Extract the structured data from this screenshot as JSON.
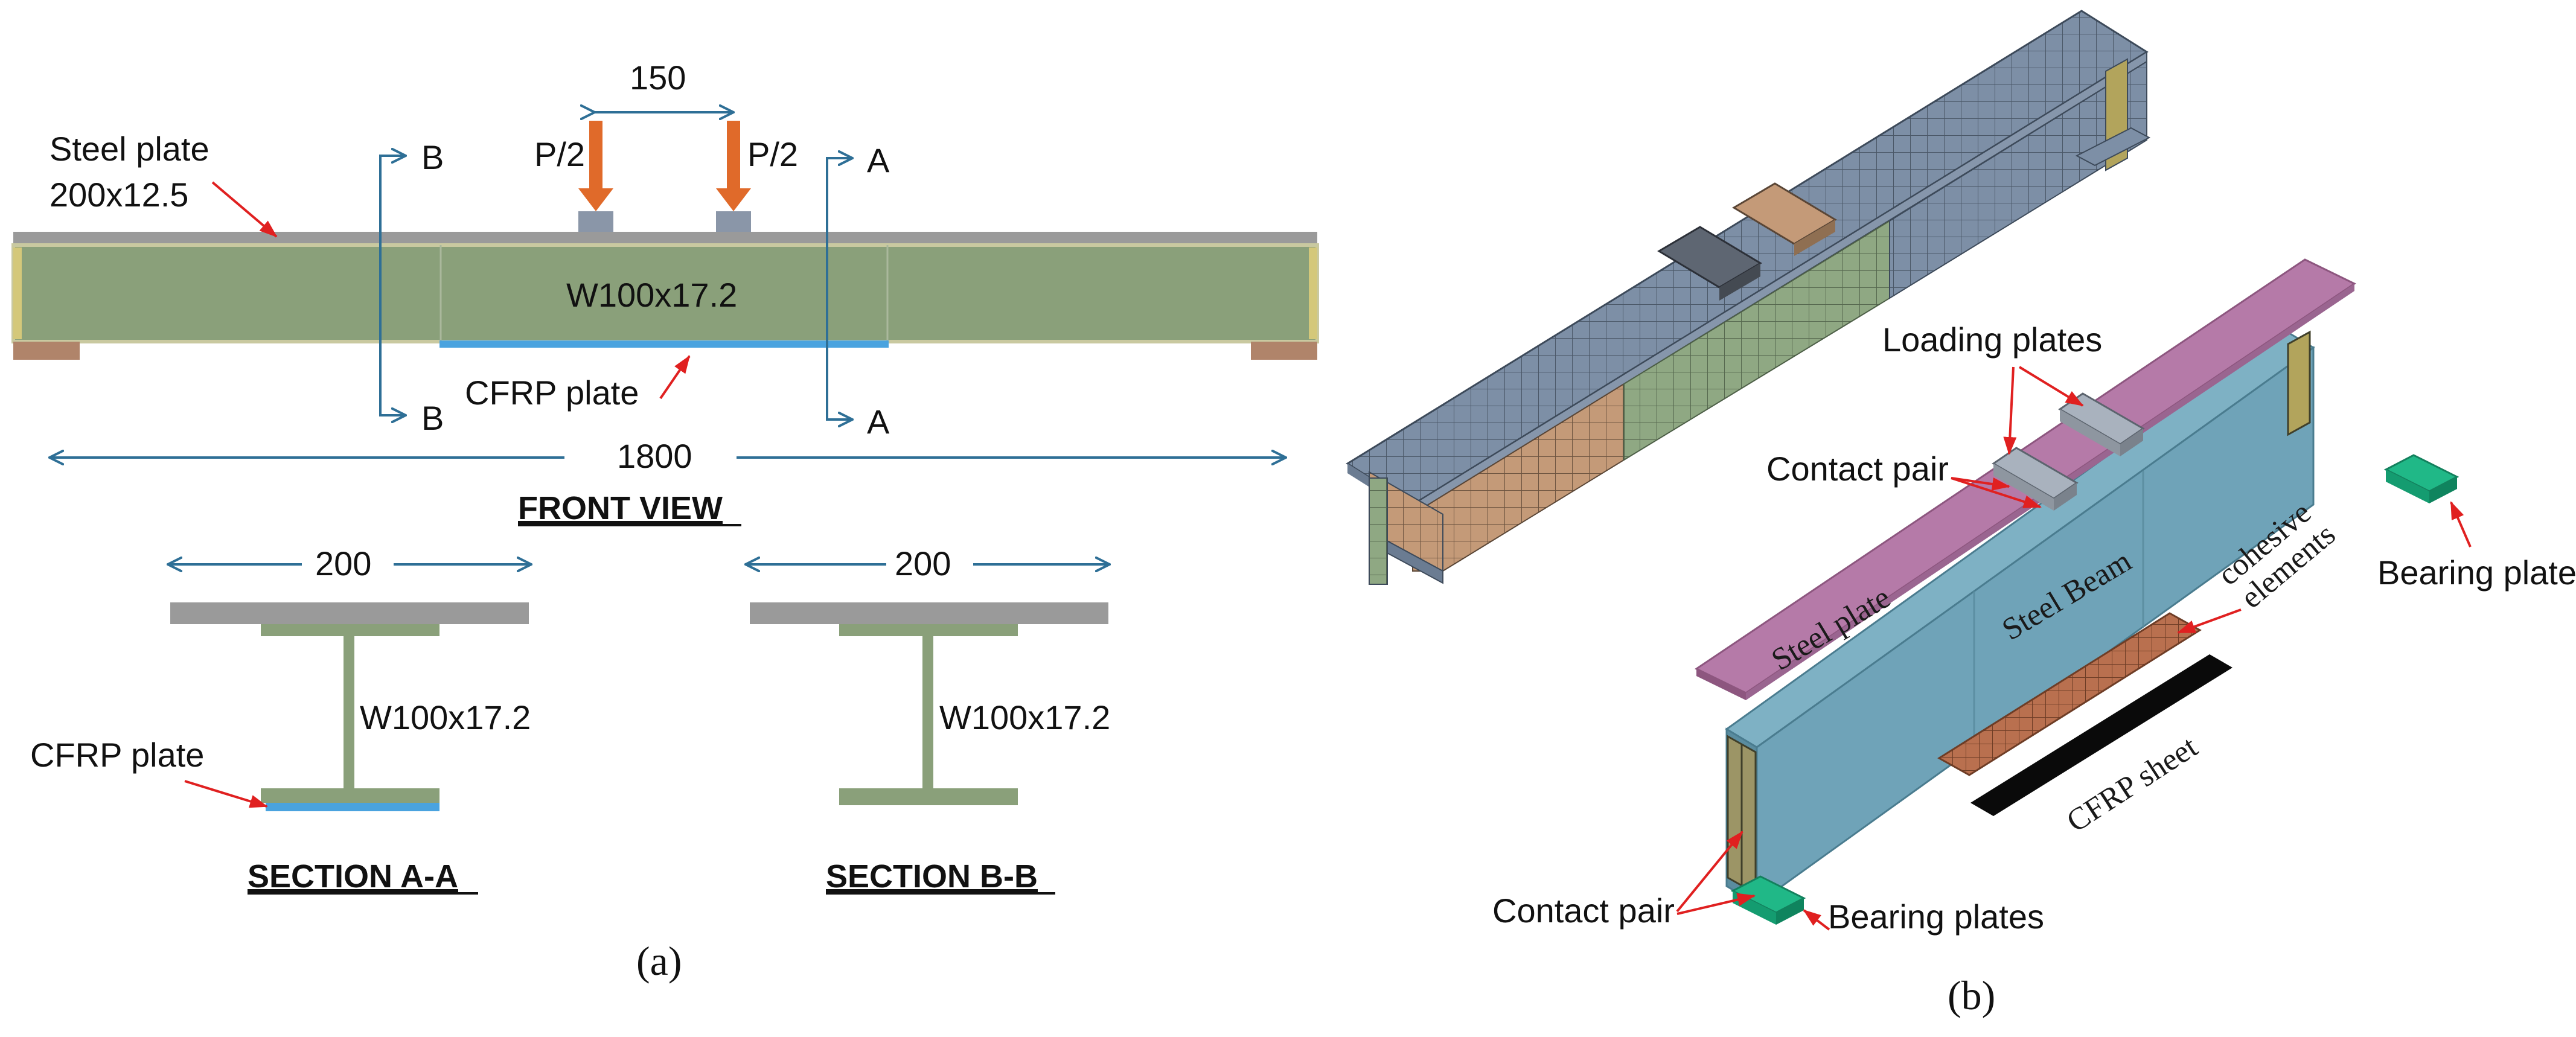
{
  "panel_a": {
    "steel_plate_label": "Steel plate",
    "steel_plate_size": "200x12.5",
    "span_loads": "150",
    "load_left": "P/2",
    "load_right": "P/2",
    "beam_label": "W100x17.2",
    "cfrp_label": "CFRP plate",
    "section_mark_b": "B",
    "section_mark_a": "A",
    "total_length": "1800",
    "front_view_title": "FRONT VIEW",
    "section_a": {
      "width": "200",
      "beam_label": "W100x17.2",
      "cfrp_label": "CFRP plate",
      "title": "SECTION A-A"
    },
    "section_b": {
      "width": "200",
      "beam_label": "W100x17.2",
      "title": "SECTION B-B"
    },
    "caption": "(a)"
  },
  "panel_b": {
    "loading_plates": "Loading plates",
    "contact_pair_top": "Contact pair",
    "steel_plate": "Steel plate",
    "steel_beam": "Steel Beam",
    "cohesive_line1": "cohesive",
    "cohesive_line2": "elements",
    "cfrp_sheet": "CFRP sheet",
    "bearing_plates_right": "Bearing plates",
    "contact_pair_bottom": "Contact pair",
    "bearing_plates_bottom": "Bearing plates",
    "caption": "(b)"
  },
  "colors": {
    "beam_green": "#8aa07a",
    "steel_gray": "#9a9a9a",
    "cfrp_blue": "#4aa3df",
    "support_brown": "#b0846a",
    "load_orange": "#e06a2a",
    "dim_blue": "#2e6f96",
    "pointer_red": "#e02020",
    "plate_purple": "#b57aa8",
    "beam_teal": "#6fa3b8",
    "bearing_green": "#20b887",
    "mesh_blue": "#7d8fa6",
    "cohesive_brown": "#b9704f"
  }
}
